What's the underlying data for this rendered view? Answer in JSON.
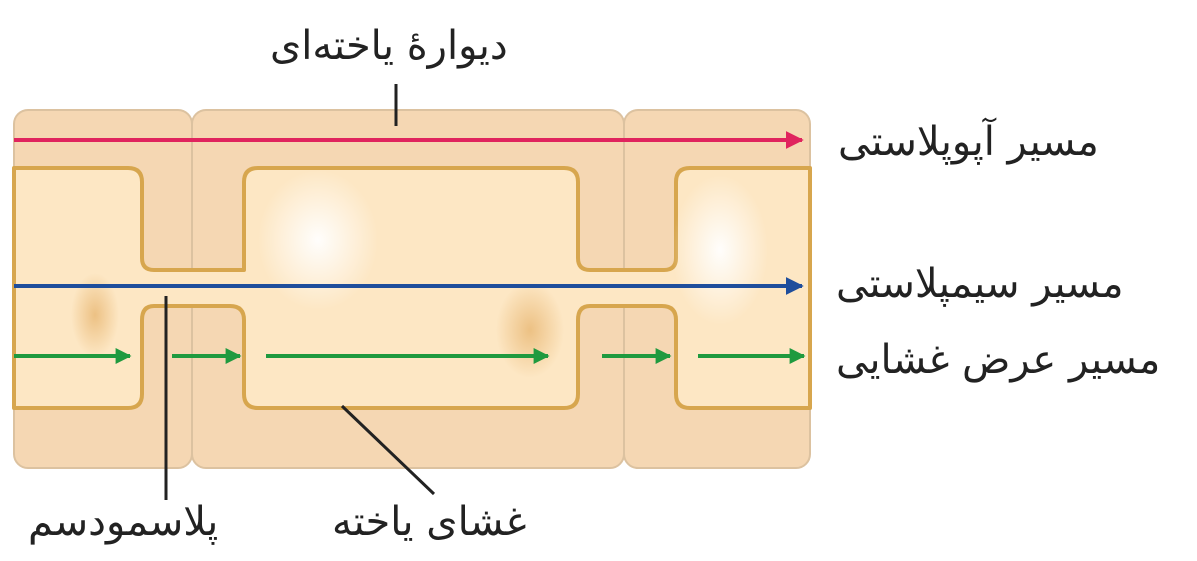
{
  "labels": {
    "cell_wall": "دیوارهٔ یاخته‌ای",
    "apoplast": "مسیر آپوپلاستی",
    "symplast": "مسیر سیمپلاستی",
    "transmembrane": "مسیر عرض غشایی",
    "plasmodesma": "پلاسمودسم",
    "cell_membrane": "غشای یاخته"
  },
  "colors": {
    "wall": "#f5d7b3",
    "wall_border": "#dcc2a0",
    "cytoplasm": "#fde7c4",
    "membrane": "#d7a64e",
    "apoplast_arrow": "#e0245e",
    "symplast_arrow": "#1f4e9c",
    "transmembrane_arrow": "#1f9a3f",
    "pointer": "#222222"
  }
}
